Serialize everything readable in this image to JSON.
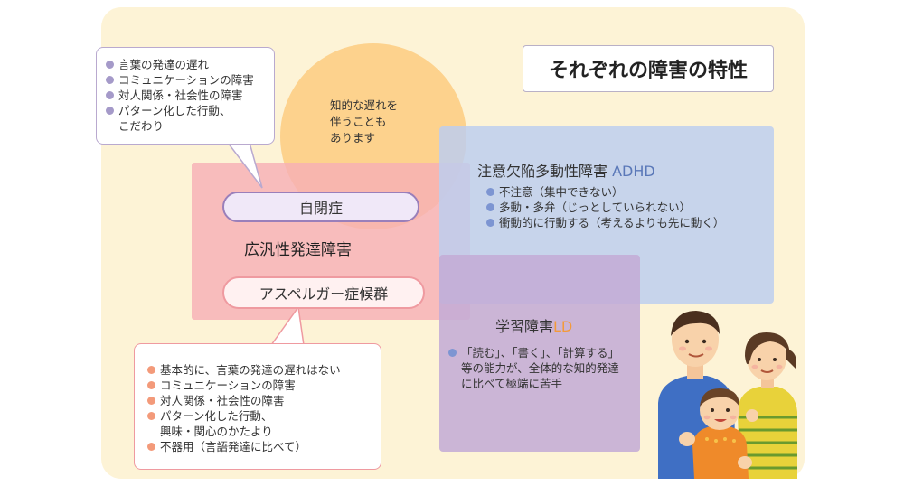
{
  "title": "それぞれの障害の特性",
  "circle_text": "知的な遅れを\n伴うことも\nあります",
  "autism_label": "自閉症",
  "pdd_label": "広汎性発達障害",
  "asperger_label": "アスペルガー症候群",
  "adhd": {
    "title": "注意欠陥多動性障害",
    "tag": "ADHD",
    "items": [
      "不注意（集中できない）",
      "多動・多弁（じっとしていられない）",
      "衝動的に行動する（考えるよりも先に動く）"
    ]
  },
  "ld": {
    "title": "学習障害",
    "tag": "LD",
    "items": [
      "「読む」、「書く」、「計算する」\n等の能力が、全体的な知的発達\nに比べて極端に苦手"
    ]
  },
  "autism_callout": {
    "items": [
      "言葉の発達の遅れ",
      "コミュニケーションの障害",
      "対人関係・社会性の障害",
      "パターン化した行動、\nこだわり"
    ]
  },
  "asperger_callout": {
    "items": [
      "基本的に、言葉の発達の遅れはない",
      "コミュニケーションの障害",
      "対人関係・社会性の障害",
      "パターン化した行動、\n興味・関心のかたより",
      "不器用（言語発達に比べて）"
    ]
  },
  "colors": {
    "background": "#fdf3d6",
    "autism_pdd": "#f6b0b6",
    "intellectual": "#fdc878",
    "adhd": "#bdceee",
    "ld": "#c4acd6",
    "adhd_tag": "#5a78b8",
    "ld_tag": "#f39a3a"
  }
}
